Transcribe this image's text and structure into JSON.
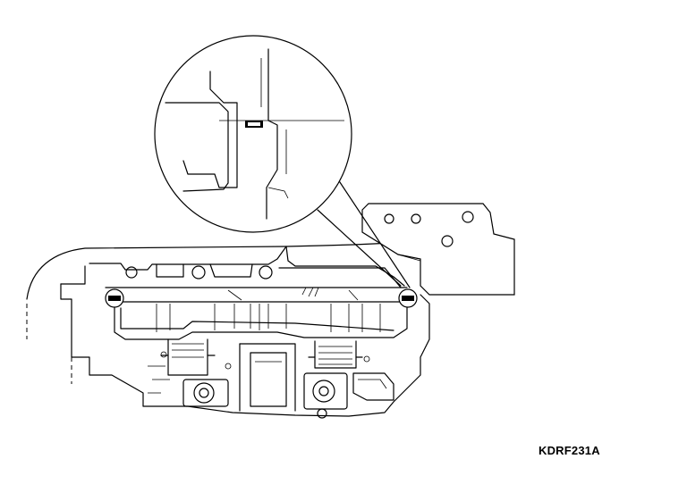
{
  "figure": {
    "code": "KDRF231A",
    "detail_callout": "magnified-view-circle",
    "markers": [
      "left-seal-point",
      "right-seal-point"
    ]
  }
}
